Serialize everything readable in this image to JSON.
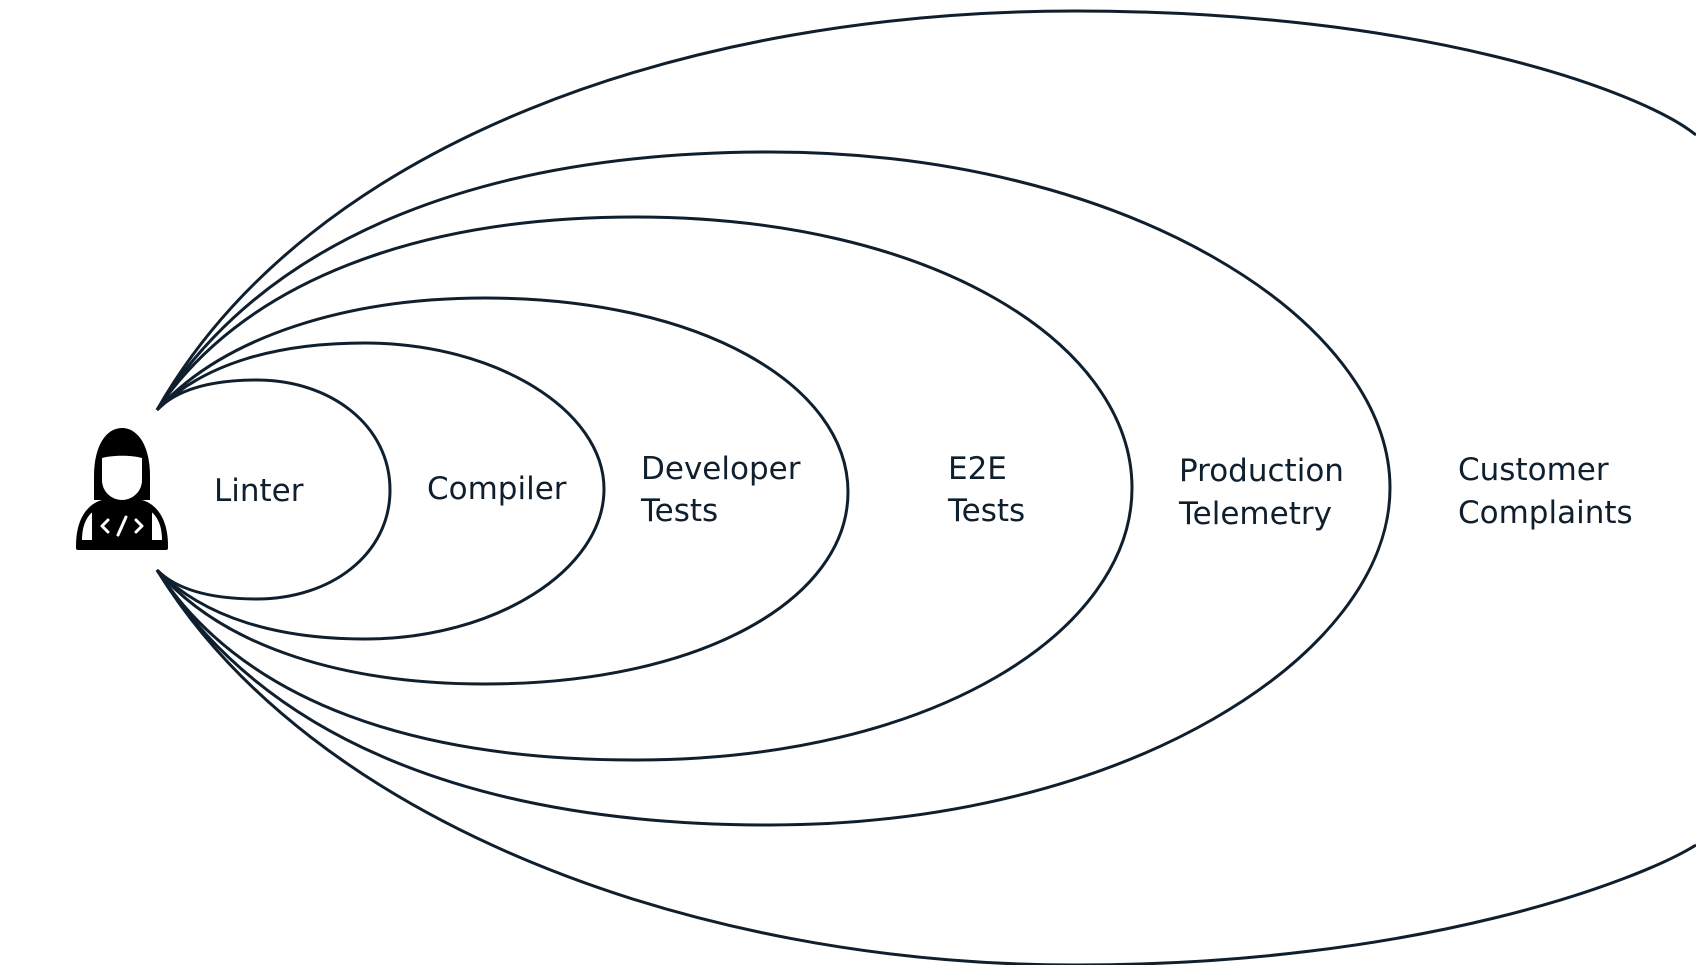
{
  "diagram": {
    "stroke_color": "#0f1f2e",
    "actor": {
      "icon": "developer-laptop-icon"
    },
    "labels": [
      {
        "lines": [
          "Linter"
        ]
      },
      {
        "lines": [
          "Compiler"
        ]
      },
      {
        "lines": [
          "Developer",
          "Tests"
        ]
      },
      {
        "lines": [
          "E2E",
          "Tests"
        ]
      },
      {
        "lines": [
          "Production",
          "Telemetry"
        ]
      },
      {
        "lines": [
          "Customer",
          "Complaints"
        ]
      }
    ]
  }
}
